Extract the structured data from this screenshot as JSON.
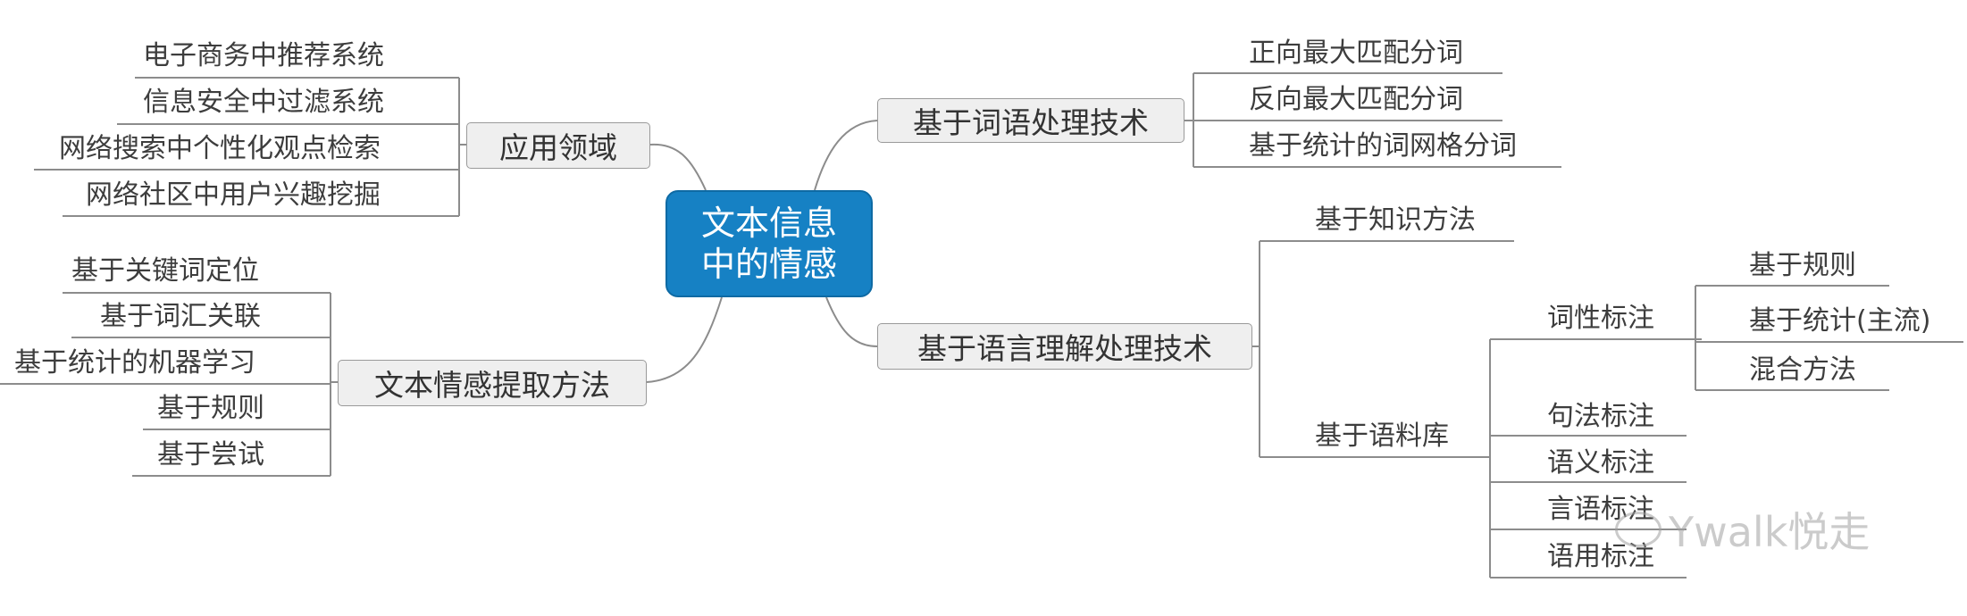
{
  "center": {
    "line1": "文本信息",
    "line2": "中的情感"
  },
  "branches": {
    "application": {
      "label": "应用领域",
      "items": [
        "电子商务中推荐系统",
        "信息安全中过滤系统",
        "网络搜索中个性化观点检索",
        "网络社区中用户兴趣挖掘"
      ]
    },
    "extraction": {
      "label": "文本情感提取方法",
      "items": [
        "基于关键词定位",
        "基于词汇关联",
        "基于统计的机器学习",
        "基于规则",
        "基于尝试"
      ]
    },
    "word_processing": {
      "label": "基于词语处理技术",
      "items": [
        "正向最大匹配分词",
        "反向最大匹配分词",
        "基于统计的词网格分词"
      ]
    },
    "language_understanding": {
      "label": "基于语言理解处理技术",
      "knowledge": "基于知识方法",
      "corpus": {
        "label": "基于语料库",
        "pos": {
          "label": "词性标注",
          "items": [
            "基于规则",
            "基于统计(主流)",
            "混合方法"
          ]
        },
        "others": [
          "句法标注",
          "语义标注",
          "言语标注",
          "语用标注"
        ]
      }
    }
  },
  "watermark": "Ywalk悦走"
}
